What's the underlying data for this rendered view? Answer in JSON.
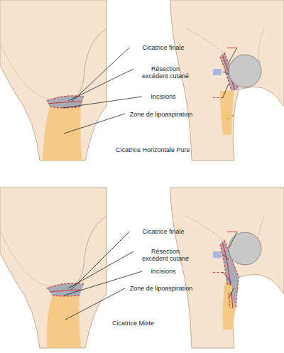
{
  "diagram": {
    "labels": [
      "Cicatrice Horizontale Pure",
      "Cicatrice Mixte"
    ],
    "legend": [
      {
        "text": "Cicatrice finale"
      },
      {
        "text": "Résection excédent cutané",
        "color": "#a8b8e0"
      },
      {
        "text": "Incisions"
      },
      {
        "text": "Zone de lipoaspiration",
        "color": "#f4c77e"
      },
      {
        "text": "Cicatrice finale"
      },
      {
        "text": "Résection excédent cutané",
        "color": "#a8b8e0"
      },
      {
        "text": "Incisions"
      },
      {
        "text": "Zone de lipoaspiration",
        "color": "#f4c77e"
      }
    ]
  }
}
